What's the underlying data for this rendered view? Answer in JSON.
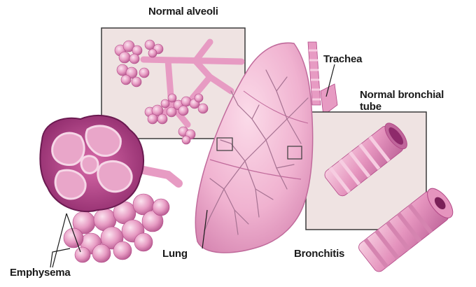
{
  "labels": {
    "normal_alveoli": "Normal alveoli",
    "trachea": "Trachea",
    "normal_bronchial_tube_line1": "Normal bronchial",
    "normal_bronchial_tube_line2": "tube",
    "lung": "Lung",
    "bronchitis": "Bronchitis",
    "emphysema": "Emphysema"
  },
  "colors": {
    "tissue_pink": "#e79bc3",
    "tissue_light": "#f6cde1",
    "tissue_dark": "#b24887",
    "vessel": "#a67292",
    "box_bg": "#efe3e2",
    "box_border": "#3a3a3a"
  }
}
